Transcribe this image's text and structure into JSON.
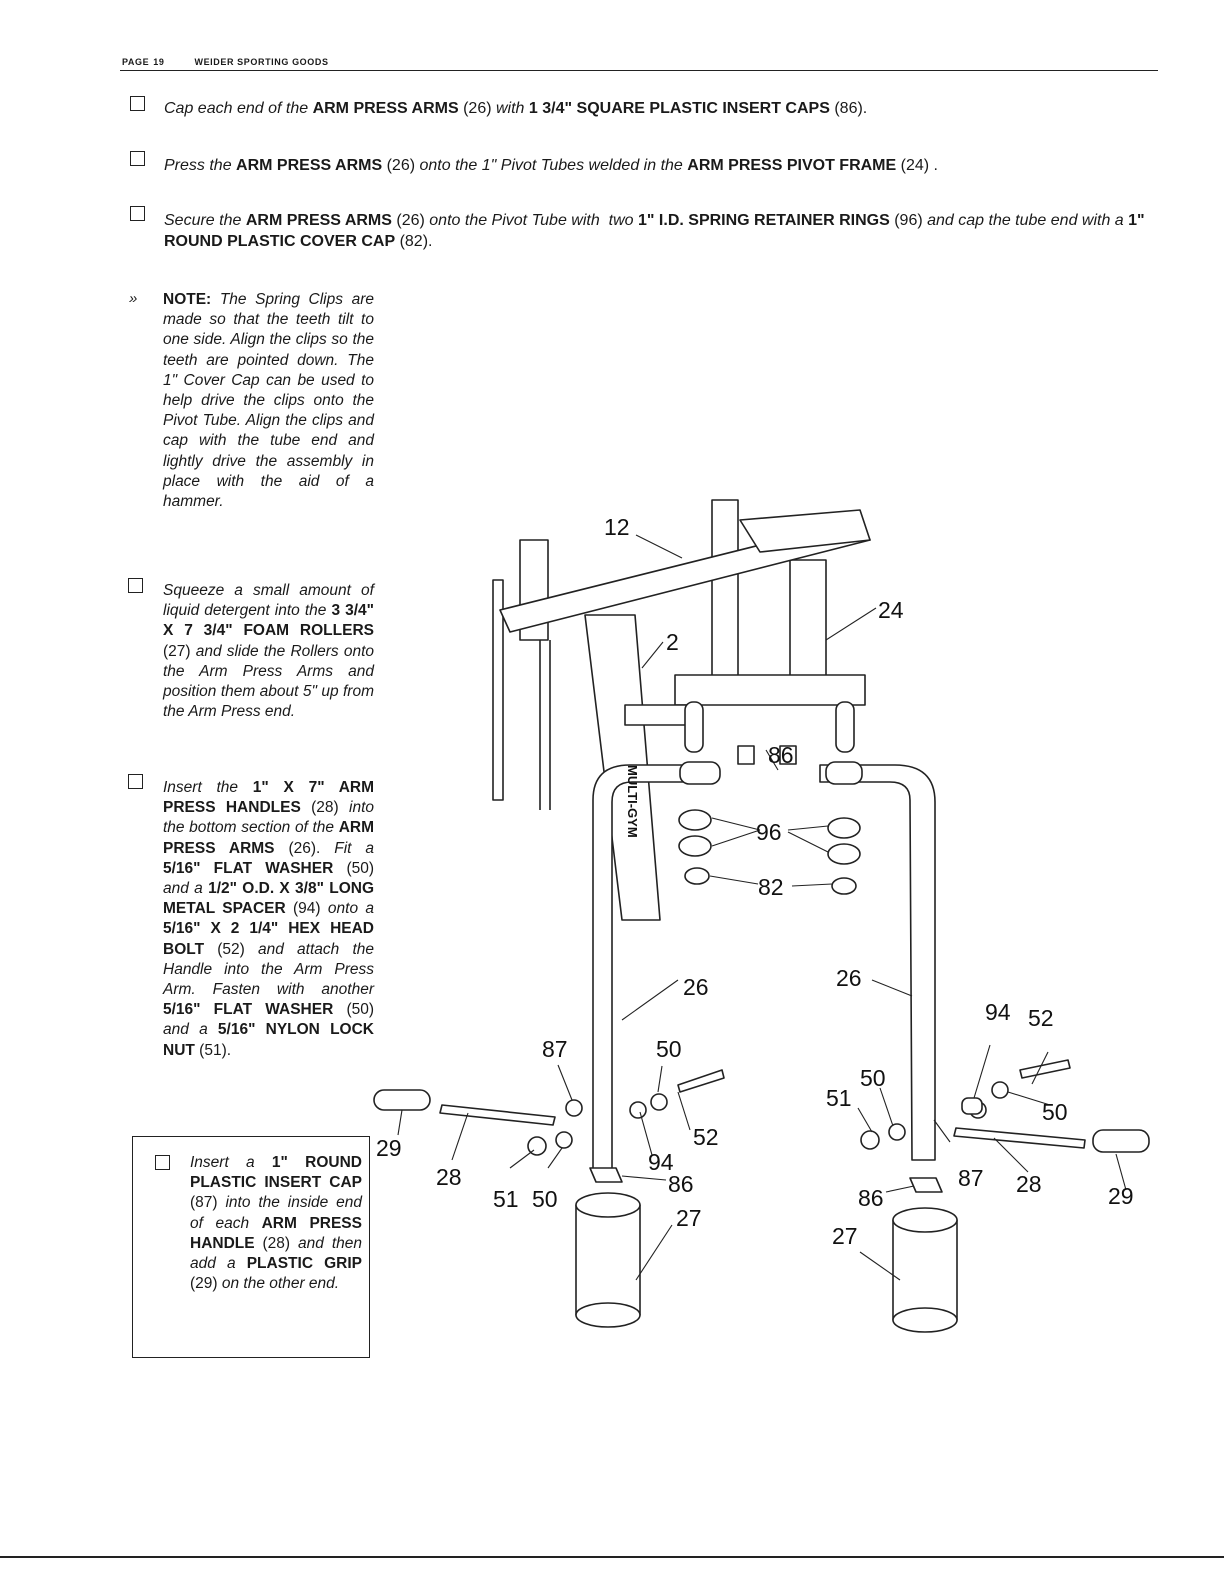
{
  "header": {
    "page_label": "PAGE",
    "page_number": "19",
    "company": "WEIDER SPORTING GOODS"
  },
  "steps": [
    {
      "id": "cap-arms",
      "html": "<i>Cap each end of the</i> <b>ARM PRESS ARMS</b> (26) <i>with</i> <b>1 3/4\" SQUARE PLASTIC INSERT CAPS</b> (86)."
    },
    {
      "id": "press-arms",
      "html": "<i>Press the</i> <b>ARM PRESS ARMS</b> (26) <i>onto the 1\" Pivot Tubes welded in the</i> <b>ARM PRESS PIVOT FRAME</b> (24) ."
    },
    {
      "id": "secure-arms",
      "html": "<i>Secure the</i> <b>ARM PRESS ARMS</b> (26) <i>onto the Pivot Tube with &nbsp;two</i> <b>1\" I.D. SPRING RETAINER RINGS</b> (96) <i>and cap the tube end with a</i> <b>1\" ROUND PLASTIC COVER CAP</b> (82)."
    }
  ],
  "note": {
    "mark": "»",
    "html": "<b>NOTE:</b> <i>The Spring Clips are made so that the teeth tilt to one side. Align the clips so the teeth are pointed down. The 1\" Cover Cap can be used to help drive the clips onto the Pivot Tube. Align the clips and cap with the tube end and lightly drive the assembly in place with the aid of a hammer.</i>"
  },
  "side_steps": [
    {
      "id": "foam-rollers",
      "html": "<i>Squeeze a small amount of liquid detergent into the</i> <b>3 3/4\" X 7 3/4\" FOAM ROLLERS</b> (27) <i>and slide the Rollers onto the Arm Press Arms and position them about 5\" up from the Arm Press end.</i>"
    },
    {
      "id": "handles",
      "html": "<i>Insert the</i> <b>1\" X 7\" ARM PRESS HANDLES</b> (28) <i>into the bottom section of the</i> <b>ARM PRESS ARMS</b> (26). <i>Fit a</i> <b>5/16\" FLAT WASHER</b> (50) <i>and a</i> <b>1/2\" O.D. X 3/8\" LONG METAL SPACER</b> (94) <i>onto a</i> <b>5/16\" X 2 1/4\" HEX HEAD BOLT</b> (52) <i>and attach the Handle into the Arm Press Arm. Fasten with another</i> <b>5/16\" FLAT WASHER</b> (50) <i>and a</i> <b>5/16\" NYLON LOCK NUT</b> (51)."
    }
  ],
  "boxed_step": {
    "id": "grips",
    "html": "<i>Insert a</i> <b>1\" ROUND PLASTIC INSERT CAP</b> (87) <i>into the inside end of each</i> <b>ARM PRESS HANDLE</b> (28) <i>and then add a</i> <b>PLASTIC GRIP</b> (29) <i>on the other end.</i>"
  },
  "diagram": {
    "frame_decal": "MULTI-GYM",
    "callouts": {
      "c12": "12",
      "c24": "24",
      "c2": "2",
      "c86_top": "86",
      "c96": "96",
      "c82": "82",
      "c26_left": "26",
      "c26_right": "26",
      "c87_left": "87",
      "c50_left_top": "50",
      "c52_left": "52",
      "c94_left": "94",
      "c86_left": "86",
      "c27_left": "27",
      "c29_left": "29",
      "c28_left": "28",
      "c51_left": "51",
      "c50_left_bottom": "50",
      "c94_right": "94",
      "c52_right": "52",
      "c50_right_top": "50",
      "c51_right": "51",
      "c50_right_bottom": "50",
      "c87_right": "87",
      "c28_right": "28",
      "c29_right": "29",
      "c86_right": "86",
      "c27_right": "27"
    }
  }
}
